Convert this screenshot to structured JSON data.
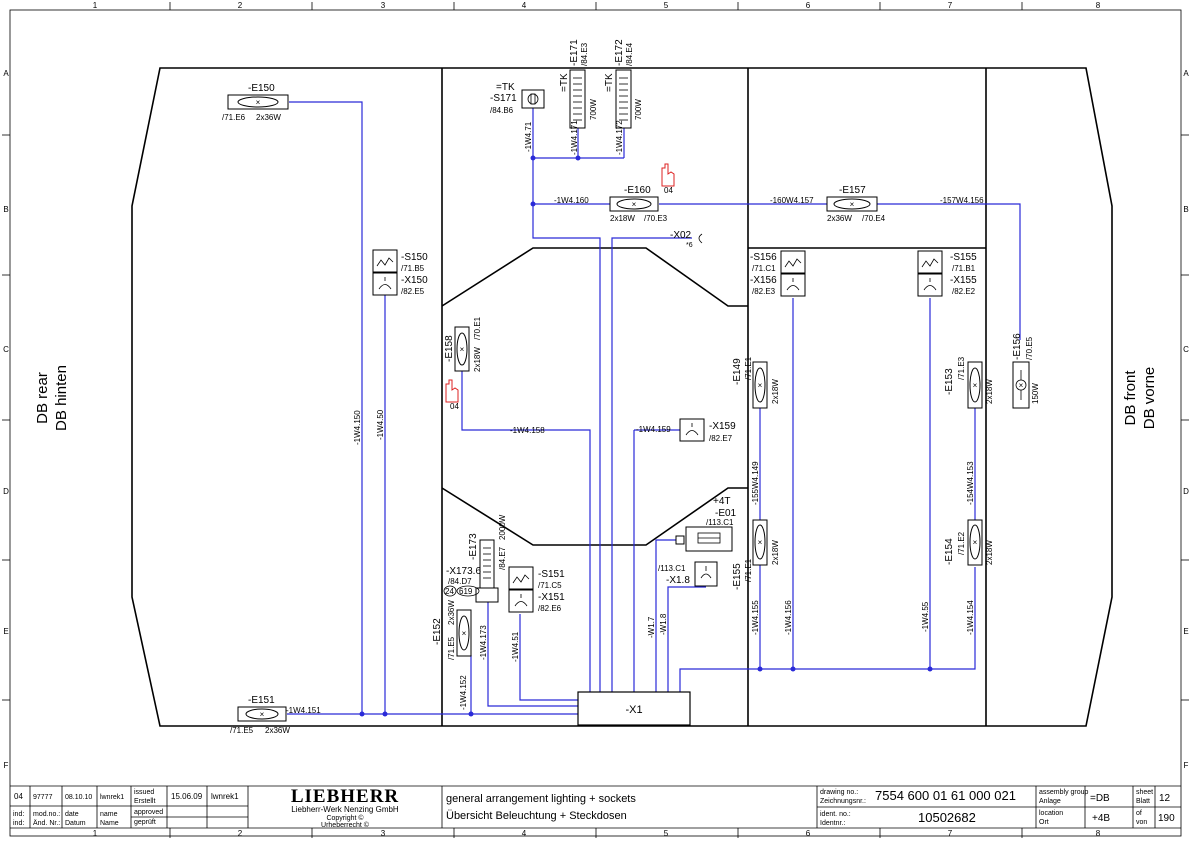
{
  "grid": {
    "columns": [
      "1",
      "2",
      "3",
      "4",
      "5",
      "6",
      "7",
      "8"
    ],
    "rows": [
      "A",
      "B",
      "C",
      "D",
      "E",
      "F"
    ]
  },
  "sides": {
    "rear_line1": "DB rear",
    "rear_line2": "DB hinten",
    "front_line1": "DB front",
    "front_line2": "DB vorne"
  },
  "components": {
    "e150": {
      "tag": "-E150",
      "ref": "/71.E6",
      "spec": "2x36W"
    },
    "e151": {
      "tag": "-E151",
      "ref": "/71.E5",
      "spec": "2x36W",
      "wire": "-1W4.151"
    },
    "s150": {
      "tag": "-S150",
      "ref": "/71.B5",
      "x_tag": "-X150",
      "x_ref": "/82.E5"
    },
    "s171": {
      "loc": "=TK",
      "tag": "-S171",
      "ref": "/84.B6"
    },
    "e171": {
      "tag": "-E171",
      "ref": "/84.E3",
      "loc": "=TK",
      "power": "700W"
    },
    "e172": {
      "tag": "-E172",
      "ref": "/84.E4",
      "loc": "=TK",
      "power": "700W"
    },
    "e160": {
      "tag": "-E160",
      "spec": "2x18W",
      "ref": "/70.E3",
      "wire": "-1W4.160"
    },
    "e157": {
      "tag": "-E157",
      "spec": "2x36W",
      "ref": "/70.E4",
      "wire_a": "-160W4.157",
      "wire_b": "-157W4.156"
    },
    "x02": {
      "tag": "-X02",
      "note": "*6"
    },
    "s156": {
      "tag": "-S156",
      "ref": "/71.C1",
      "x_tag": "-X156",
      "x_ref": "/82.E3"
    },
    "s155": {
      "tag": "-S155",
      "ref": "/71.B1",
      "x_tag": "-X155",
      "x_ref": "/82.E2"
    },
    "e158": {
      "tag": "-E158",
      "ref": "/70.E1",
      "spec": "2x18W",
      "wire": "-1W4.158"
    },
    "x159": {
      "tag": "-X159",
      "ref": "/82.E7",
      "wire": "-1W4.159"
    },
    "e149": {
      "tag": "-E149",
      "ref": "/71.E1",
      "spec": "2x18W",
      "wire": "-155W4.149"
    },
    "e153": {
      "tag": "-E153",
      "ref": "/71.E3",
      "spec": "2x18W",
      "wire": "-154W4.153"
    },
    "e156": {
      "tag": "-E156",
      "ref": "/70.E5",
      "power": "150W"
    },
    "e01": {
      "loc": "+4T",
      "tag": "-E01",
      "ref": "/113.C1"
    },
    "x18": {
      "ref": "/113.C1",
      "tag": "-X1.8"
    },
    "e173": {
      "tag": "-E173",
      "ref": "/84.E7",
      "power": "2000W"
    },
    "x173": {
      "tag": "-X173.6",
      "ref": "/84.D7",
      "pin_a": "24",
      "pin_b": "619"
    },
    "s151": {
      "tag": "-S151",
      "ref": "/71.C5",
      "x_tag": "-X151",
      "x_ref": "/82.E6"
    },
    "e152": {
      "tag": "-E152",
      "ref": "/71.E5",
      "spec": "2x36W",
      "wire": "-1W4.152"
    },
    "e155": {
      "tag": "-E155",
      "ref": "/71.E1",
      "spec": "2x18W"
    },
    "e154": {
      "tag": "-E154",
      "ref": "/71.E2",
      "spec": "2x18W"
    },
    "x1": {
      "tag": "-X1"
    }
  },
  "wires": {
    "w150": "-1W4.150",
    "w50": "-1W4.50",
    "w71": "-1W4.71",
    "w171": "-1W4.171",
    "w172": "-1W4.172",
    "w173": "-1W4.173",
    "w51": "-1W4.51",
    "w17": "-W1.7",
    "w18": "-W1.8",
    "w155": "-1W4.155",
    "w156": "-1W4.156",
    "w55": "-1W4.55",
    "w154": "-1W4.154"
  },
  "marks": {
    "rev1": "04",
    "rev2": "04"
  },
  "title_block": {
    "rev_index": "04",
    "change_no": "97777",
    "change_date": "08.10.10",
    "change_name": "lwnrek1",
    "ind1": "ind:",
    "ind2": "ind:",
    "mod_no": "mod.no.:",
    "aend_nr": "Änd. Nr.:",
    "date_en": "date",
    "date_de": "Datum",
    "name_en": "name",
    "name_de": "Name",
    "issued_en": "issued",
    "issued_de": "Erstellt",
    "approved_en": "approved",
    "approved_de": "geprüft",
    "issued_date": "15.06.09",
    "issued_name": "lwnrek1",
    "logo": "LIEBHERR",
    "company": "Liebherr-Werk Nenzing GmbH",
    "copyright": "Copyright ©",
    "urheberrecht": "Urheberrecht ©",
    "title_en": "general arrangement lighting + sockets",
    "title_de": "Übersicht Beleuchtung + Steckdosen",
    "drawing_no_en": "drawing no.:",
    "drawing_no_de": "Zeichnungsnr.:",
    "drawing_no": "7554 600 01 61 000 021",
    "ident_en": "ident. no.:",
    "ident_de": "Identnr.:",
    "ident_no": "10502682",
    "assembly_en": "assembly group",
    "assembly_de": "Anlage",
    "assembly": "=DB",
    "location_en": "location",
    "location_de": "Ort",
    "location": "+4B",
    "sheet_en": "sheet",
    "sheet_de": "Blatt",
    "sheet": "12",
    "of_en": "of",
    "of_de": "von",
    "of": "190"
  }
}
